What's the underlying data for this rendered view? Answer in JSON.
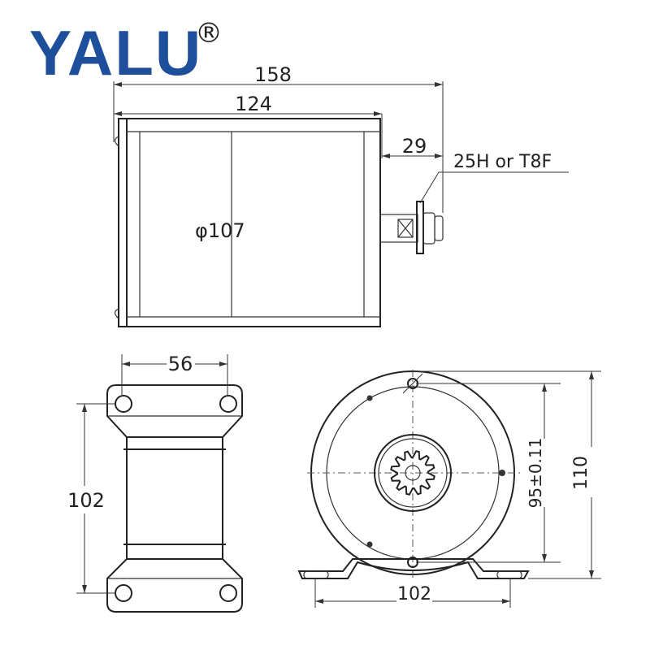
{
  "brand": {
    "name": "YALU",
    "mark": "®",
    "color": "#1f4e9b"
  },
  "dimensions": {
    "overall_length": "158",
    "body_length": "124",
    "shaft_length": "29",
    "sprocket_type": "25H or T8F",
    "diameter": "φ107",
    "hole_spacing": "56",
    "base_length": "102",
    "mount_hole_distance": "95±0.11",
    "total_height": "110",
    "foot_width": "102"
  },
  "colors": {
    "line": "#333333",
    "text": "#222222"
  }
}
